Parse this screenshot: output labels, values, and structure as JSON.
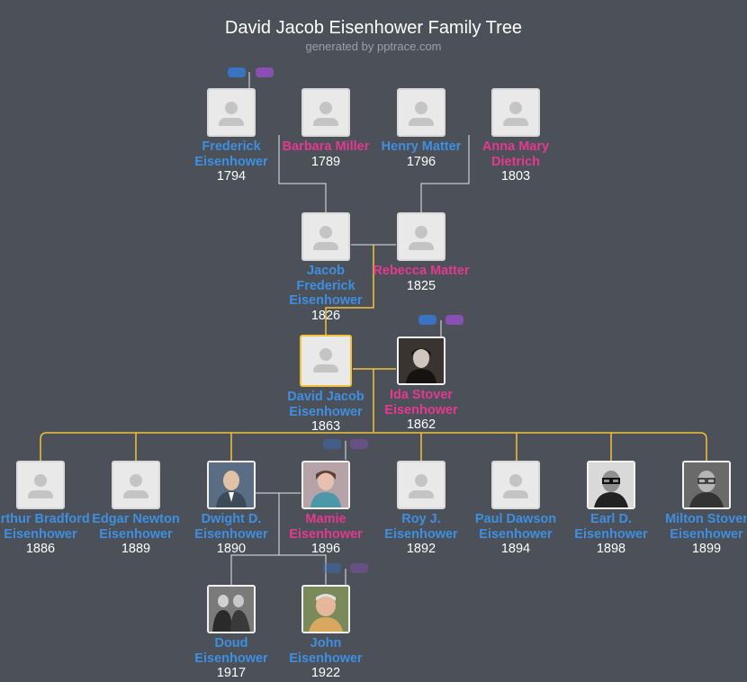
{
  "header": {
    "title": "David Jacob Eisenhower Family Tree",
    "subtitle": "generated by pptrace.com"
  },
  "colors": {
    "background": "#4b5059",
    "male": "#3f8fe0",
    "female": "#e4398f",
    "highlight_line": "#f3c23b",
    "line": "#e6e6e6"
  },
  "people": {
    "frederick": {
      "name": "Frederick Eisenhower",
      "year": "1794",
      "gender": "male"
    },
    "barbara": {
      "name": "Barbara Miller",
      "year": "1789",
      "gender": "female"
    },
    "henry": {
      "name": "Henry Matter",
      "year": "1796",
      "gender": "male"
    },
    "anna": {
      "name": "Anna Mary Dietrich",
      "year": "1803",
      "gender": "female"
    },
    "jacob": {
      "name": "Jacob Frederick Eisenhower",
      "year": "1826",
      "gender": "male"
    },
    "rebecca": {
      "name": "Rebecca Matter",
      "year": "1825",
      "gender": "female"
    },
    "david": {
      "name": "David Jacob Eisenhower",
      "year": "1863",
      "gender": "male"
    },
    "ida": {
      "name": "Ida Stover Eisenhower",
      "year": "1862",
      "gender": "female"
    },
    "arthur": {
      "name": "Arthur Bradford Eisenhower",
      "year": "1886",
      "gender": "male"
    },
    "edgar": {
      "name": "Edgar Newton Eisenhower",
      "year": "1889",
      "gender": "male"
    },
    "dwight": {
      "name": "Dwight D. Eisenhower",
      "year": "1890",
      "gender": "male"
    },
    "mamie": {
      "name": "Mamie Eisenhower",
      "year": "1896",
      "gender": "female"
    },
    "roy": {
      "name": "Roy J. Eisenhower",
      "year": "1892",
      "gender": "male"
    },
    "paul": {
      "name": "Paul Dawson Eisenhower",
      "year": "1894",
      "gender": "male"
    },
    "earl": {
      "name": "Earl D. Eisenhower",
      "year": "1898",
      "gender": "male"
    },
    "milton": {
      "name": "Milton Stover Eisenhower",
      "year": "1899",
      "gender": "male"
    },
    "doud": {
      "name": "Doud Eisenhower",
      "year": "1917",
      "gender": "male"
    },
    "john": {
      "name": "John Eisenhower",
      "year": "1922",
      "gender": "male"
    }
  }
}
